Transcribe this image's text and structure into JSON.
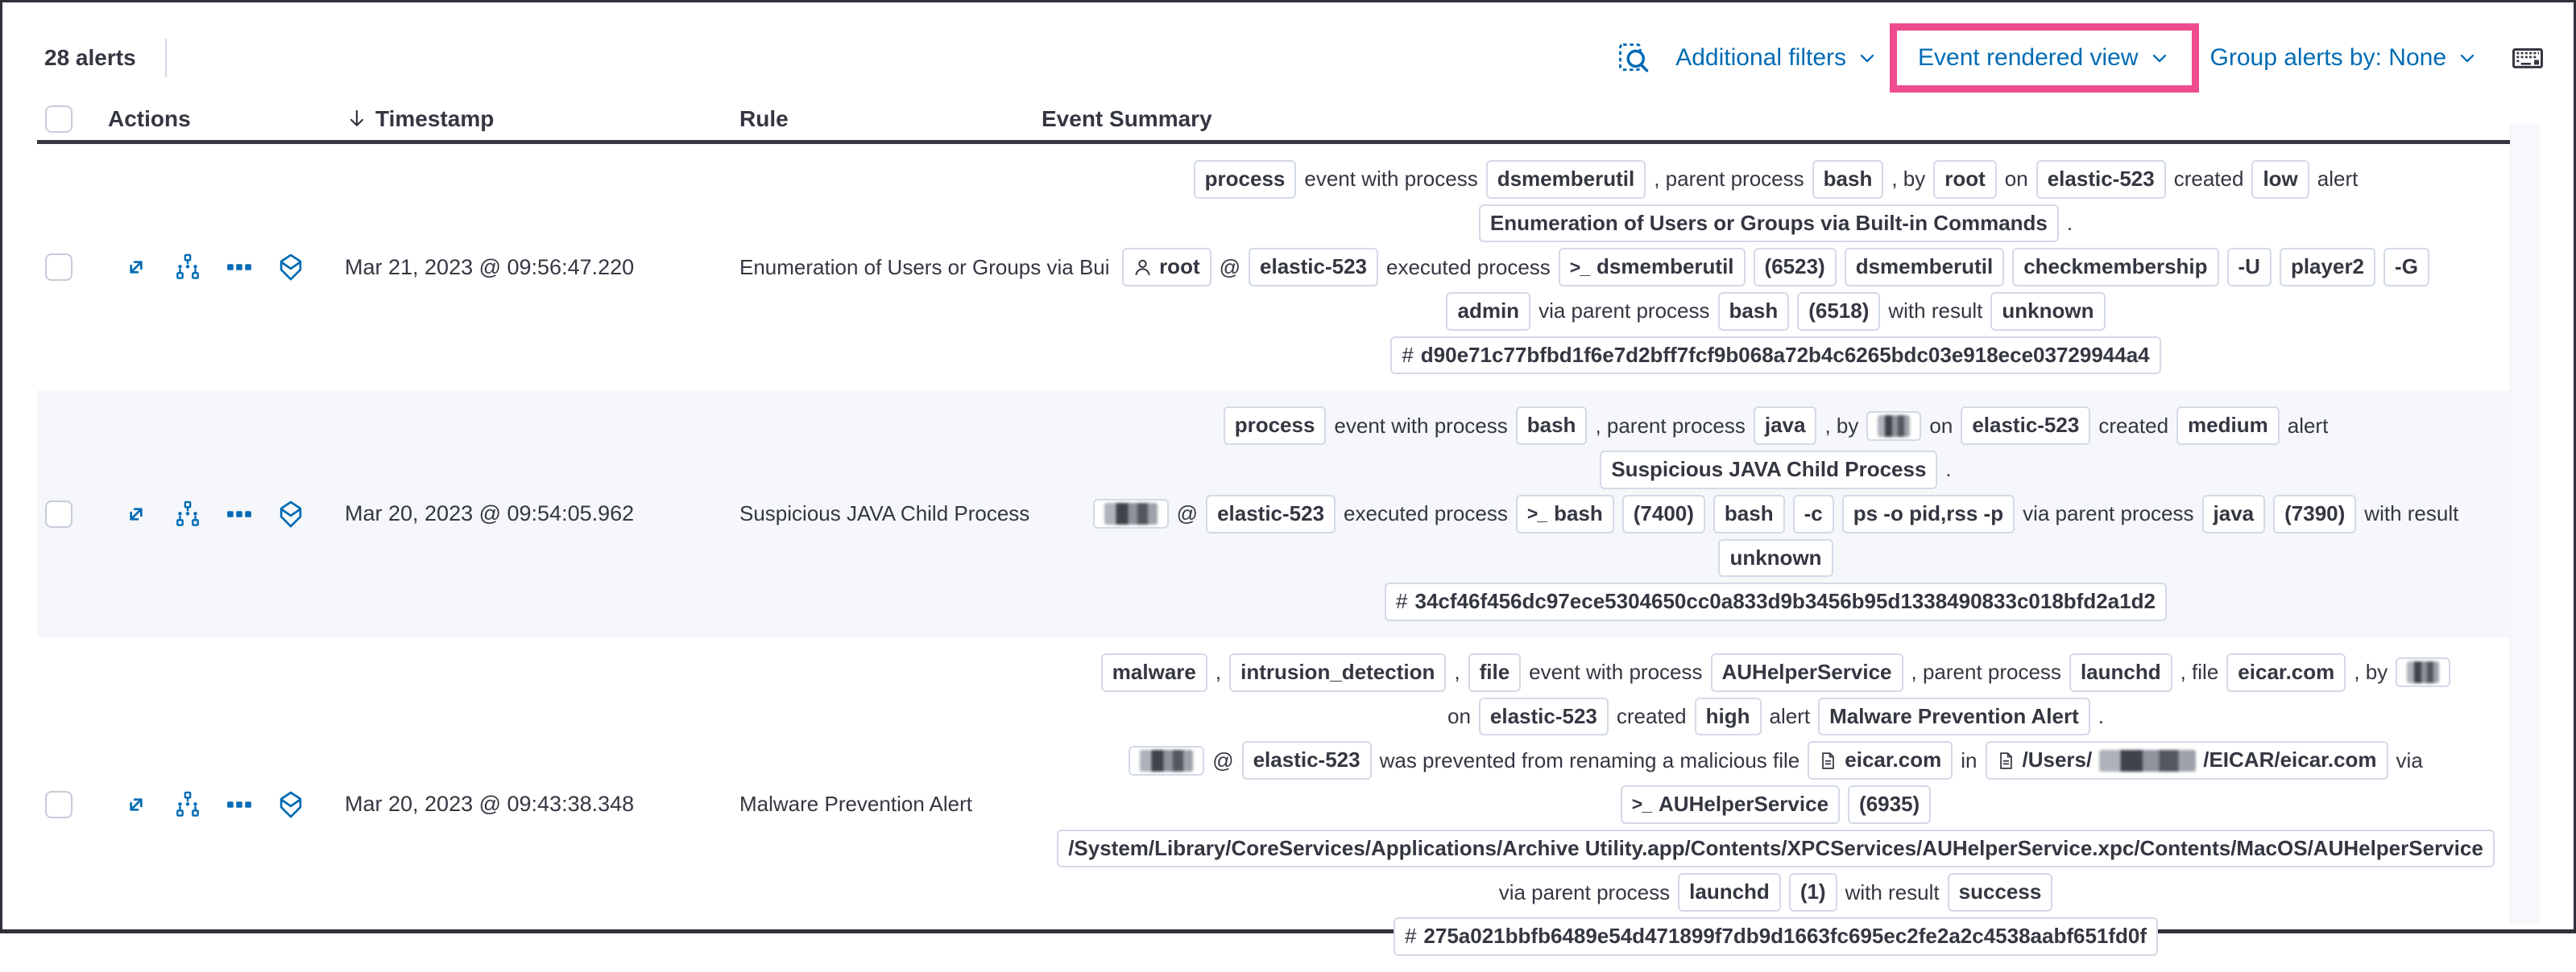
{
  "toolbar": {
    "alerts_count": "28 alerts",
    "additional_filters": "Additional filters",
    "view_selector": "Event rendered view",
    "group_alerts": "Group alerts by: None"
  },
  "headers": {
    "actions": "Actions",
    "timestamp": "Timestamp",
    "rule": "Rule",
    "event_summary": "Event Summary"
  },
  "colors": {
    "accent_blue": "#006bb4",
    "highlight_pink": "#ee4c8f",
    "text_dark": "#343741",
    "badge_border": "#d3dae6",
    "row_stripe": "#f5f7fa"
  },
  "rows": [
    {
      "timestamp": "Mar 21, 2023 @ 09:56:47.220",
      "rule": "Enumeration of Users or Groups via Bui",
      "summary": [
        [
          {
            "b": "process"
          },
          {
            "t": "event with process"
          },
          {
            "b": "dsmemberutil"
          },
          {
            "t": ", parent process"
          },
          {
            "b": "bash"
          },
          {
            "t": ", by"
          },
          {
            "b": "root"
          },
          {
            "t": "on"
          },
          {
            "b": "elastic-523"
          },
          {
            "t": "created"
          },
          {
            "b": "low"
          },
          {
            "t": "alert"
          }
        ],
        [
          {
            "b": "Enumeration of Users or Groups via Built-in Commands"
          },
          {
            "t": "."
          }
        ],
        [
          {
            "b": "root",
            "i": "user"
          },
          {
            "t": "@"
          },
          {
            "b": "elastic-523"
          },
          {
            "t": "executed process"
          },
          {
            "b": "dsmemberutil",
            "i": "terminal"
          },
          {
            "b": "(6523)"
          },
          {
            "b": "dsmemberutil"
          },
          {
            "b": "checkmembership"
          },
          {
            "b": "-U"
          },
          {
            "b": "player2"
          },
          {
            "b": "-G"
          }
        ],
        [
          {
            "b": "admin"
          },
          {
            "t": "via parent process"
          },
          {
            "b": "bash"
          },
          {
            "b": "(6518)"
          },
          {
            "t": "with result"
          },
          {
            "b": "unknown"
          }
        ],
        [
          {
            "b": "d90e71c77bfbd1f6e7d2bff7fcf9b068a72b4c6265bdc03e918ece03729944a4",
            "i": "hash"
          }
        ]
      ]
    },
    {
      "timestamp": "Mar 20, 2023 @ 09:54:05.962",
      "rule": "Suspicious JAVA Child Process",
      "summary": [
        [
          {
            "b": "process"
          },
          {
            "t": "event with process"
          },
          {
            "b": "bash"
          },
          {
            "t": ", parent process"
          },
          {
            "b": "java"
          },
          {
            "t": ", by"
          },
          {
            "r": 40
          },
          {
            "t": "on"
          },
          {
            "b": "elastic-523"
          },
          {
            "t": "created"
          },
          {
            "b": "medium"
          },
          {
            "t": "alert"
          }
        ],
        [
          {
            "b": "Suspicious JAVA Child Process"
          },
          {
            "t": "."
          }
        ],
        [
          {
            "r": 66
          },
          {
            "t": "@"
          },
          {
            "b": "elastic-523"
          },
          {
            "t": "executed process"
          },
          {
            "b": "bash",
            "i": "terminal"
          },
          {
            "b": "(7400)"
          },
          {
            "b": "bash"
          },
          {
            "b": "-c"
          },
          {
            "b": "ps -o pid,rss -p"
          },
          {
            "t": "via parent process"
          },
          {
            "b": "java"
          },
          {
            "b": "(7390)"
          },
          {
            "t": "with result"
          }
        ],
        [
          {
            "b": "unknown"
          }
        ],
        [
          {
            "b": "34cf46f456dc97ece5304650cc0a833d9b3456b95d1338490833c018bfd2a1d2",
            "i": "hash"
          }
        ]
      ]
    },
    {
      "timestamp": "Mar 20, 2023 @ 09:43:38.348",
      "rule": "Malware Prevention Alert",
      "summary": [
        [
          {
            "b": "malware"
          },
          {
            "t": ","
          },
          {
            "b": "intrusion_detection"
          },
          {
            "t": ","
          },
          {
            "b": "file"
          },
          {
            "t": "event with process"
          },
          {
            "b": "AUHelperService"
          },
          {
            "t": ", parent process"
          },
          {
            "b": "launchd"
          },
          {
            "t": ", file"
          },
          {
            "b": "eicar.com"
          },
          {
            "t": ", by"
          },
          {
            "r": 40
          }
        ],
        [
          {
            "t": "on"
          },
          {
            "b": "elastic-523"
          },
          {
            "t": "created"
          },
          {
            "b": "high"
          },
          {
            "t": "alert"
          },
          {
            "b": "Malware Prevention Alert"
          },
          {
            "t": "."
          }
        ],
        [
          {
            "r": 66
          },
          {
            "t": "@"
          },
          {
            "b": "elastic-523"
          },
          {
            "t": "was prevented from renaming a malicious file"
          },
          {
            "b": "eicar.com",
            "i": "document"
          },
          {
            "t": "in"
          },
          {
            "i": "document",
            "parts": [
              {
                "t": "/Users/"
              },
              {
                "r": 120
              },
              {
                "t": "/EICAR/eicar.com"
              }
            ]
          },
          {
            "t": "via"
          }
        ],
        [
          {
            "b": "AUHelperService",
            "i": "terminal"
          },
          {
            "b": "(6935)"
          }
        ],
        [
          {
            "b": "/System/Library/CoreServices/Applications/Archive Utility.app/Contents/XPCServices/AUHelperService.xpc/Contents/MacOS/AUHelperService"
          }
        ],
        [
          {
            "t": "via parent process"
          },
          {
            "b": "launchd"
          },
          {
            "b": "(1)"
          },
          {
            "t": "with result"
          },
          {
            "b": "success"
          }
        ],
        [
          {
            "b": "275a021bbfb6489e54d471899f7db9d1663fc695ec2fe2a2c4538aabf651fd0f",
            "i": "hash"
          }
        ]
      ]
    }
  ]
}
